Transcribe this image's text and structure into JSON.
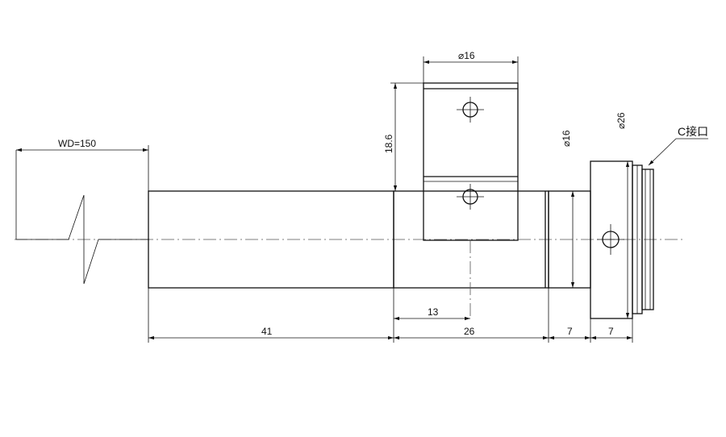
{
  "drawing": {
    "dimensions": {
      "wd": "WD=150",
      "bracket_width": "⌀16",
      "bracket_height": "18.6",
      "body_diameter": "⌀16",
      "flange_diameter": "⌀26",
      "mount_label": "C接口",
      "tube_length": "41",
      "hole_offset": "13",
      "body_length": "26",
      "neck_length": "7",
      "flange_length": "7"
    }
  }
}
